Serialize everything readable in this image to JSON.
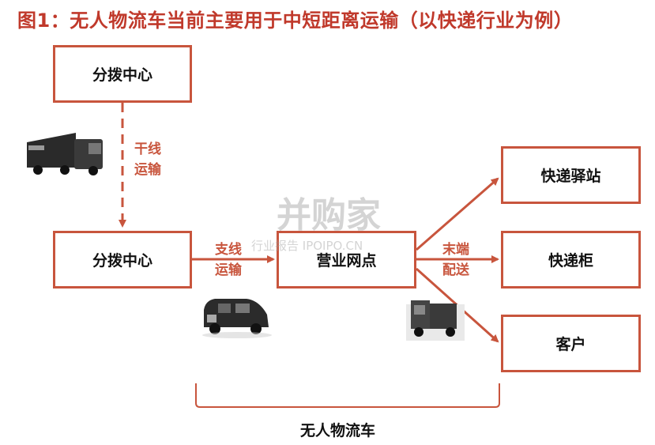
{
  "title": "图1：无人物流车当前主要用于中短距离运输（以快递行业为例）",
  "nodes": {
    "hub_top": "分拨中心",
    "hub_mid": "分拨中心",
    "outlet": "营业网点",
    "station": "快递驿站",
    "locker": "快递柜",
    "customer": "客户"
  },
  "edges": {
    "trunk": [
      "干线",
      "运输"
    ],
    "branch": [
      "支线",
      "运输"
    ],
    "last_mile": [
      "末端",
      "配送"
    ]
  },
  "bracket_label": "无人物流车",
  "watermark": {
    "main": "并购家",
    "sub": "行业报告 IPOIPO.CN"
  },
  "colors": {
    "accent": "#c8553d",
    "title": "#c0392b"
  }
}
